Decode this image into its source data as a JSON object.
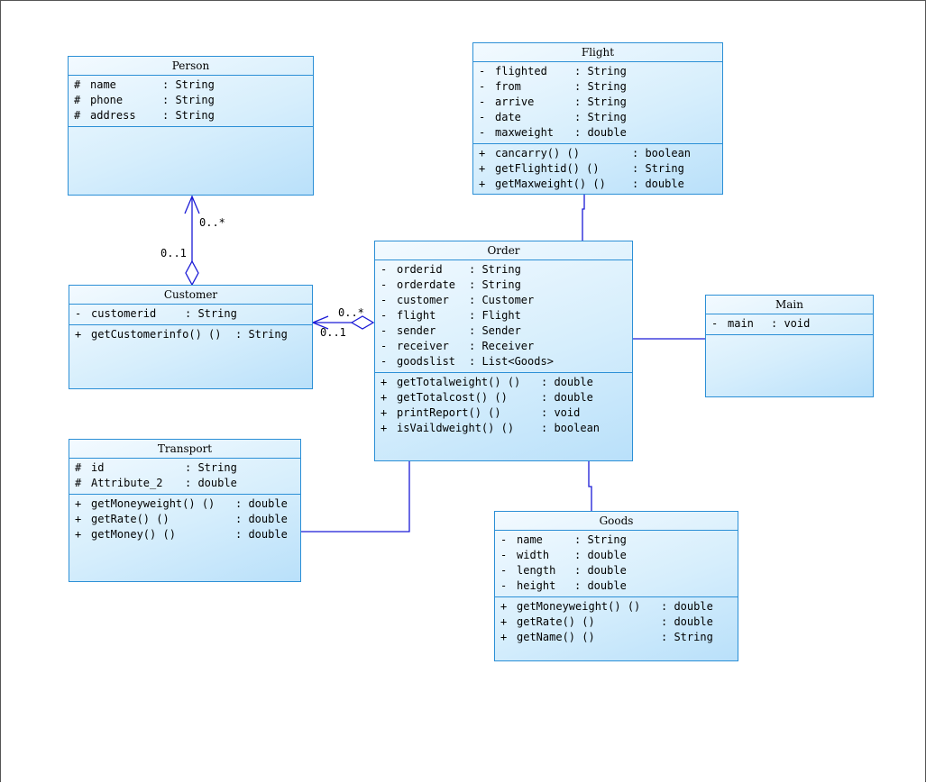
{
  "diagram": {
    "person": {
      "name": "Person",
      "attributes": [
        {
          "vis": "#",
          "name": "name",
          "type": ": String"
        },
        {
          "vis": "#",
          "name": "phone",
          "type": ": String"
        },
        {
          "vis": "#",
          "name": "address",
          "type": ": String"
        }
      ]
    },
    "customer": {
      "name": "Customer",
      "attributes": [
        {
          "vis": "-",
          "name": "customerid",
          "type": ": String"
        }
      ],
      "operations": [
        {
          "vis": "+",
          "name": "getCustomerinfo() ()",
          "type": ": String"
        }
      ]
    },
    "flight": {
      "name": "Flight",
      "attributes": [
        {
          "vis": "-",
          "name": "flighted",
          "type": ": String"
        },
        {
          "vis": "-",
          "name": "from",
          "type": ": String"
        },
        {
          "vis": "-",
          "name": "arrive",
          "type": ": String"
        },
        {
          "vis": "-",
          "name": "date",
          "type": ": String"
        },
        {
          "vis": "-",
          "name": "maxweight",
          "type": ": double"
        }
      ],
      "operations": [
        {
          "vis": "+",
          "name": "cancarry() ()",
          "type": ": boolean"
        },
        {
          "vis": "+",
          "name": "getFlightid() ()",
          "type": ": String"
        },
        {
          "vis": "+",
          "name": "getMaxweight() ()",
          "type": ": double"
        }
      ]
    },
    "order": {
      "name": "Order",
      "attributes": [
        {
          "vis": "-",
          "name": "orderid",
          "type": ": String"
        },
        {
          "vis": "-",
          "name": "orderdate",
          "type": ": String"
        },
        {
          "vis": "-",
          "name": "customer",
          "type": ": Customer"
        },
        {
          "vis": "-",
          "name": "flight",
          "type": ": Flight"
        },
        {
          "vis": "-",
          "name": "sender",
          "type": ": Sender"
        },
        {
          "vis": "-",
          "name": "receiver",
          "type": ": Receiver"
        },
        {
          "vis": "-",
          "name": "goodslist",
          "type": ": List<Goods>"
        }
      ],
      "operations": [
        {
          "vis": "+",
          "name": "getTotalweight() ()",
          "type": ": double"
        },
        {
          "vis": "+",
          "name": "getTotalcost() ()",
          "type": ": double"
        },
        {
          "vis": "+",
          "name": "printReport() ()",
          "type": ": void"
        },
        {
          "vis": "+",
          "name": "isVaildweight() ()",
          "type": ": boolean"
        }
      ]
    },
    "main": {
      "name": "Main",
      "attributes": [
        {
          "vis": "-",
          "name": "main",
          "type": ": void"
        }
      ]
    },
    "transport": {
      "name": "Transport",
      "attributes": [
        {
          "vis": "#",
          "name": "id",
          "type": ": String"
        },
        {
          "vis": "#",
          "name": "Attribute_2",
          "type": ": double"
        }
      ],
      "operations": [
        {
          "vis": "+",
          "name": "getMoneyweight() ()",
          "type": ": double"
        },
        {
          "vis": "+",
          "name": "getRate() ()",
          "type": ": double"
        },
        {
          "vis": "+",
          "name": "getMoney() ()",
          "type": ": double"
        }
      ]
    },
    "goods": {
      "name": "Goods",
      "attributes": [
        {
          "vis": "-",
          "name": "name",
          "type": ": String"
        },
        {
          "vis": "-",
          "name": "width",
          "type": ": double"
        },
        {
          "vis": "-",
          "name": "length",
          "type": ": double"
        },
        {
          "vis": "-",
          "name": "height",
          "type": ": double"
        }
      ],
      "operations": [
        {
          "vis": "+",
          "name": "getMoneyweight() ()",
          "type": ": double"
        },
        {
          "vis": "+",
          "name": "getRate() ()",
          "type": ": double"
        },
        {
          "vis": "+",
          "name": "getName() ()",
          "type": ": String"
        }
      ]
    },
    "multiplicities": {
      "person_customer_top": "0..*",
      "person_customer_bottom": "0..1",
      "order_customer_top": "0..*",
      "order_customer_bottom": "0..1"
    },
    "colors": {
      "box_border": "#2b8fd6",
      "link": "#1a1ad6"
    }
  }
}
